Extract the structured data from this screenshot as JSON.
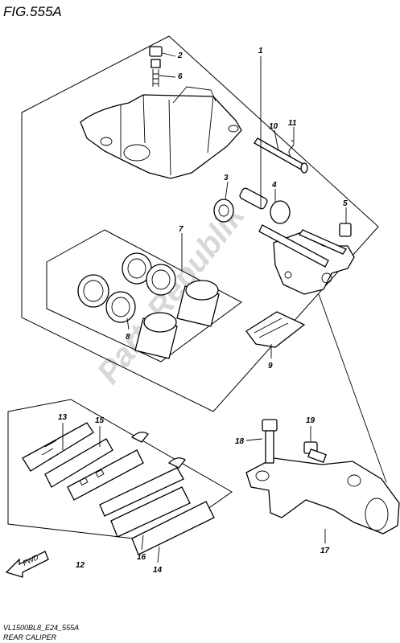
{
  "figure": {
    "title": "FIG.555A"
  },
  "footer": {
    "code": "VL1500BL8_E24_555A",
    "name": "REAR CALIPER"
  },
  "watermark": "PartsRepublik",
  "fwd_label": "FWD",
  "callouts": [
    "1",
    "2",
    "3",
    "4",
    "5",
    "6",
    "7",
    "8",
    "9",
    "10",
    "11",
    "12",
    "13",
    "14",
    "15",
    "16",
    "17",
    "18",
    "19"
  ]
}
